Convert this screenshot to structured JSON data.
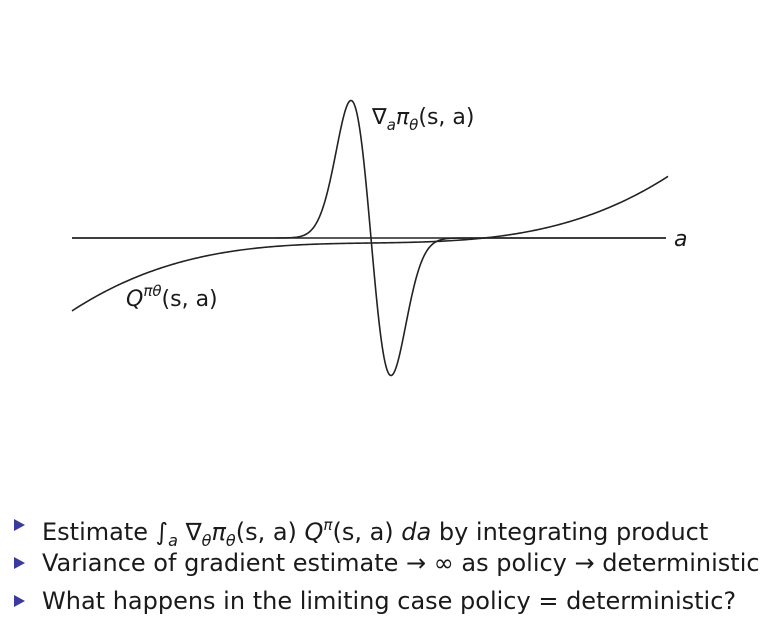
{
  "diagram": {
    "axis_label": "a",
    "grad_label": {
      "base": "∇",
      "sub_a": "a",
      "pi": "π",
      "theta": "θ",
      "args": "(s, a)"
    },
    "q_label": {
      "base": "Q",
      "sup": "πθ",
      "args": "(s, a)"
    }
  },
  "bullets": [
    {
      "pre": "Estimate ",
      "integral": "∫",
      "int_sub": "a",
      "nabla": " ∇",
      "theta_sub": "θ",
      "pi": "π",
      "theta_sub2": "θ",
      "args1": "(s, a) ",
      "q": "Q",
      "q_sup": "π",
      "args2": "(s, a) ",
      "da": "da",
      "post": " by integrating product"
    },
    {
      "text": "Variance of gradient estimate → ∞ as policy → deterministic"
    },
    {
      "text": "What happens in the limiting case policy = deterministic?"
    }
  ],
  "colors": {
    "bullet": "#3b3b9e",
    "ink": "#1a1a1a"
  }
}
